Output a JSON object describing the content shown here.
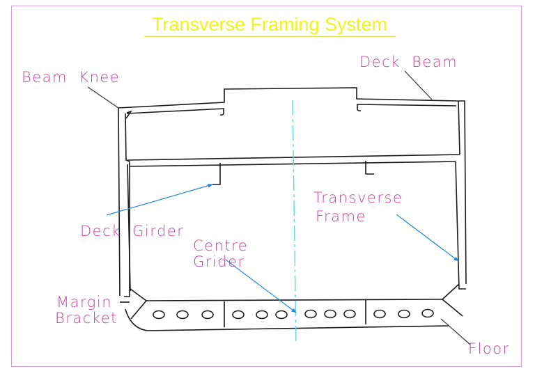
{
  "title": "Transverse Framing System",
  "labels": {
    "beam_knee": "Beam  Knee",
    "deck_beam": "Deck  Beam",
    "deck_girder": "Deck  Girder",
    "centre_girder_line1": "Centre",
    "centre_girder_line2": "Grider",
    "transverse_frame_line1": "Transverse",
    "transverse_frame_line2": "Frame",
    "margin_bracket_line1": "Margin",
    "margin_bracket_line2": "Bracket",
    "floor": "Floor"
  },
  "colors": {
    "title": "#f2f21a",
    "label": "#c2449c",
    "border": "#d79ee0",
    "structure": "#1a1a1a",
    "arrow": "#2a86d6",
    "centerline": "#5fd6e0"
  },
  "floor_lightening_holes": {
    "left_panel": 3,
    "centre_left_panel": 3,
    "centre_right_panel": 3,
    "right_panel": 3
  }
}
